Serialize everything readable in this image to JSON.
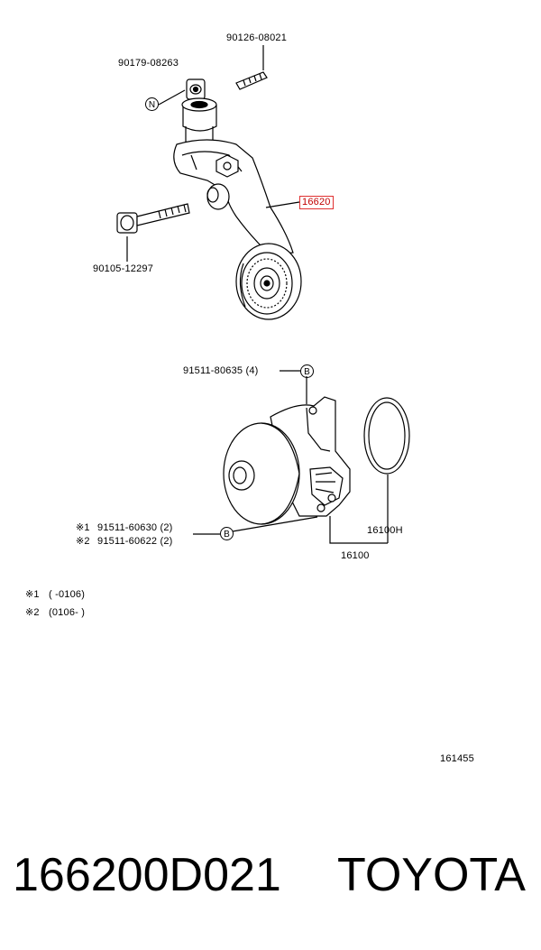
{
  "tensioner_group": {
    "stud": "90126-08021",
    "nut": "90179-08263",
    "nut_marker": "N",
    "bolt": "90105-12297",
    "tensioner": "16620"
  },
  "pump_group": {
    "bolt_top": "91511-80635 (4)",
    "bolt_top_marker": "B",
    "bolt_note1_mark": "※1",
    "bolt_note1": "91511-60630 (2)",
    "bolt_note2_mark": "※2",
    "bolt_note2": "91511-60622 (2)",
    "bolt_bottom_marker": "B",
    "gasket": "16100H",
    "pump": "16100"
  },
  "notes": [
    {
      "mark": "※1",
      "range": "(        -0106)"
    },
    {
      "mark": "※2",
      "range": "(0106-         )"
    }
  ],
  "figure_number": "161455",
  "footer": {
    "part_number": "166200D021",
    "brand": "TOYOTA"
  }
}
